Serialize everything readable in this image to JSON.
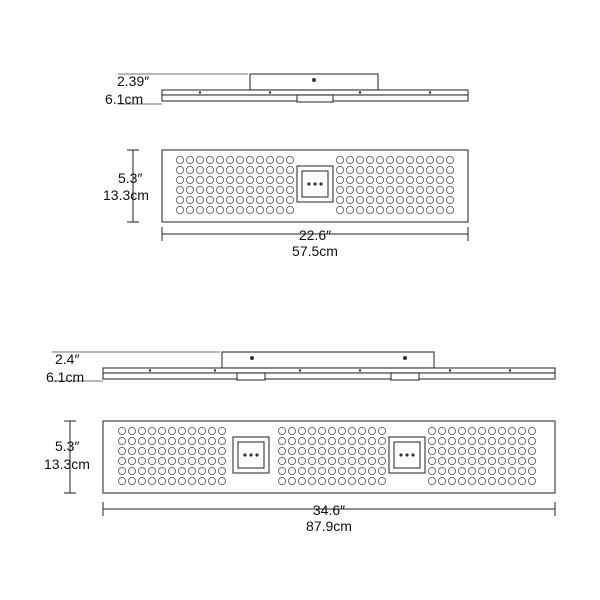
{
  "fixture_small": {
    "side_height_in": "2.39″",
    "side_height_cm": "6.1cm",
    "depth_in": "5.3″",
    "depth_cm": "13.3cm",
    "length_in": "22.6″",
    "length_cm": "57.5cm",
    "module_count": 1
  },
  "fixture_large": {
    "side_height_in": "2.4″",
    "side_height_cm": "6.1cm",
    "depth_in": "5.3″",
    "depth_cm": "13.3cm",
    "length_in": "34.6″",
    "length_cm": "87.9cm",
    "module_count": 2
  },
  "colors": {
    "line": "#222222",
    "perforation": "#555555"
  }
}
